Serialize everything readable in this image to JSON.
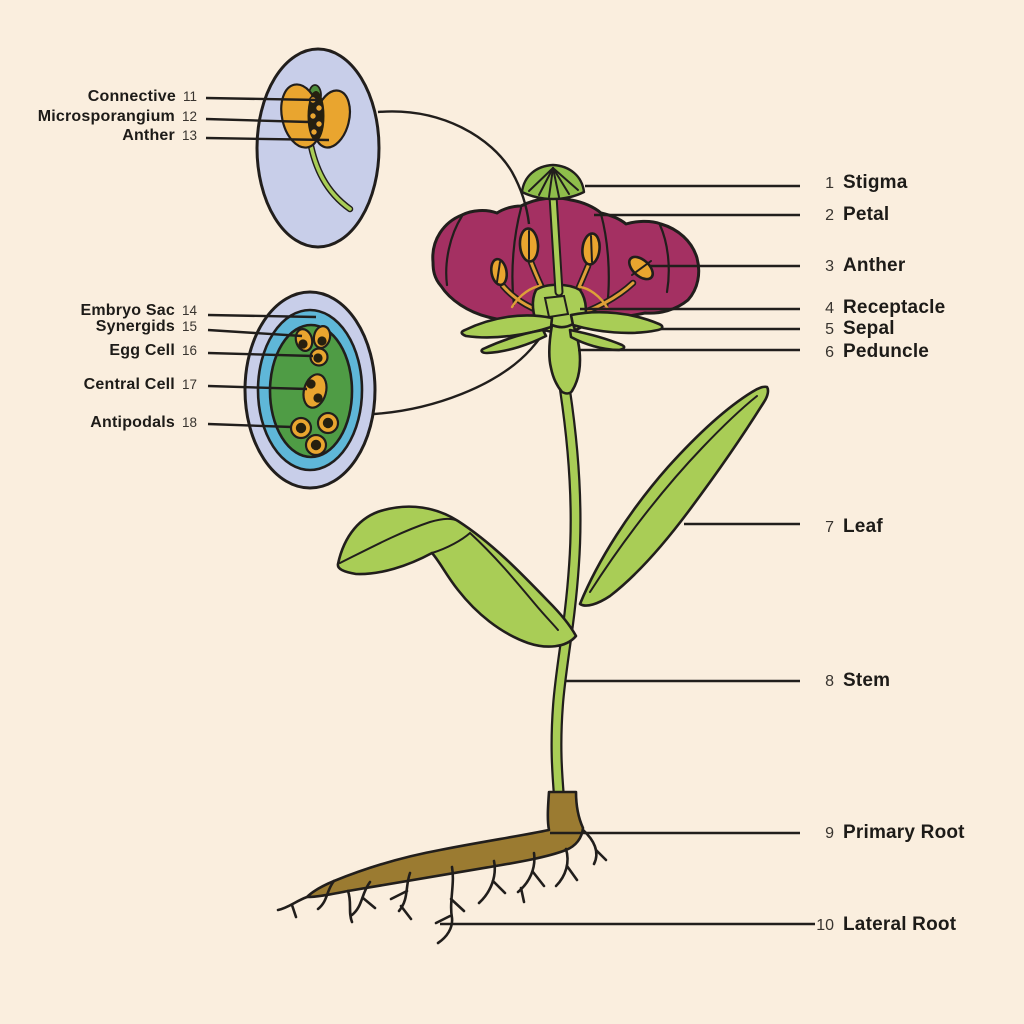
{
  "colors": {
    "background": "#FAEEDE",
    "outline": "#211E1C",
    "lavender": "#C8CEE9",
    "blue_ring": "#5FB7D8",
    "sac_green": "#4F9C45",
    "cell_orange": "#E9A52F",
    "nucleus": "#26200F",
    "petal_magenta": "#A43062",
    "leaf_green": "#A9CD56",
    "stigma_green": "#8FBE4B",
    "connective_green": "#4E8F3C",
    "filament_orange": "#DD9F38",
    "root_brown": "#9B7B31"
  },
  "anther_inset": {
    "labels": [
      {
        "num": "11",
        "name": "Connective"
      },
      {
        "num": "12",
        "name": "Microsporangium"
      },
      {
        "num": "13",
        "name": "Anther"
      }
    ]
  },
  "embryo_inset": {
    "labels": [
      {
        "num": "14",
        "name": "Embryo Sac"
      },
      {
        "num": "15",
        "name": "Synergids"
      },
      {
        "num": "16",
        "name": "Egg Cell"
      },
      {
        "num": "17",
        "name": "Central Cell"
      },
      {
        "num": "18",
        "name": "Antipodals"
      }
    ]
  },
  "plant": {
    "labels": [
      {
        "num": "1",
        "name": "Stigma"
      },
      {
        "num": "2",
        "name": "Petal"
      },
      {
        "num": "3",
        "name": "Anther"
      },
      {
        "num": "4",
        "name": "Receptacle"
      },
      {
        "num": "5",
        "name": "Sepal"
      },
      {
        "num": "6",
        "name": "Peduncle"
      },
      {
        "num": "7",
        "name": "Leaf"
      },
      {
        "num": "8",
        "name": "Stem"
      },
      {
        "num": "9",
        "name": "Primary Root"
      },
      {
        "num": "10",
        "name": "Lateral Root"
      }
    ]
  }
}
